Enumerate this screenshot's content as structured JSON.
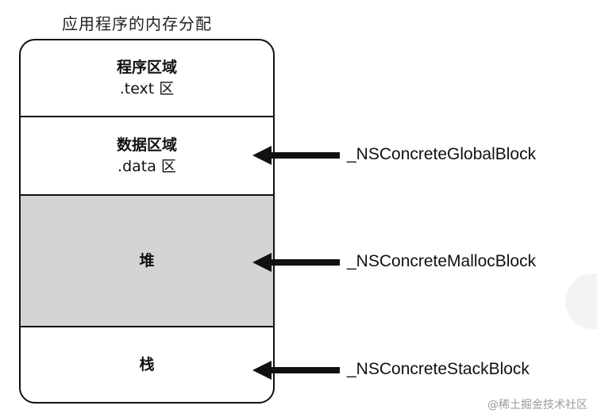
{
  "title": "应用程序的内存分配",
  "regions": {
    "text": {
      "name": "程序区域",
      "sub": ".text 区"
    },
    "data": {
      "name": "数据区域",
      "sub": ".data 区"
    },
    "heap": {
      "name": "堆"
    },
    "stack": {
      "name": "栈"
    }
  },
  "blocks": {
    "global": "_NSConcreteGlobalBlock",
    "malloc": "_NSConcreteMallocBlock",
    "stack": "_NSConcreteStackBlock"
  },
  "colors": {
    "heap_fill": "#d4d4d4",
    "outline": "#111111"
  },
  "watermark": "@稀土掘金技术社区"
}
